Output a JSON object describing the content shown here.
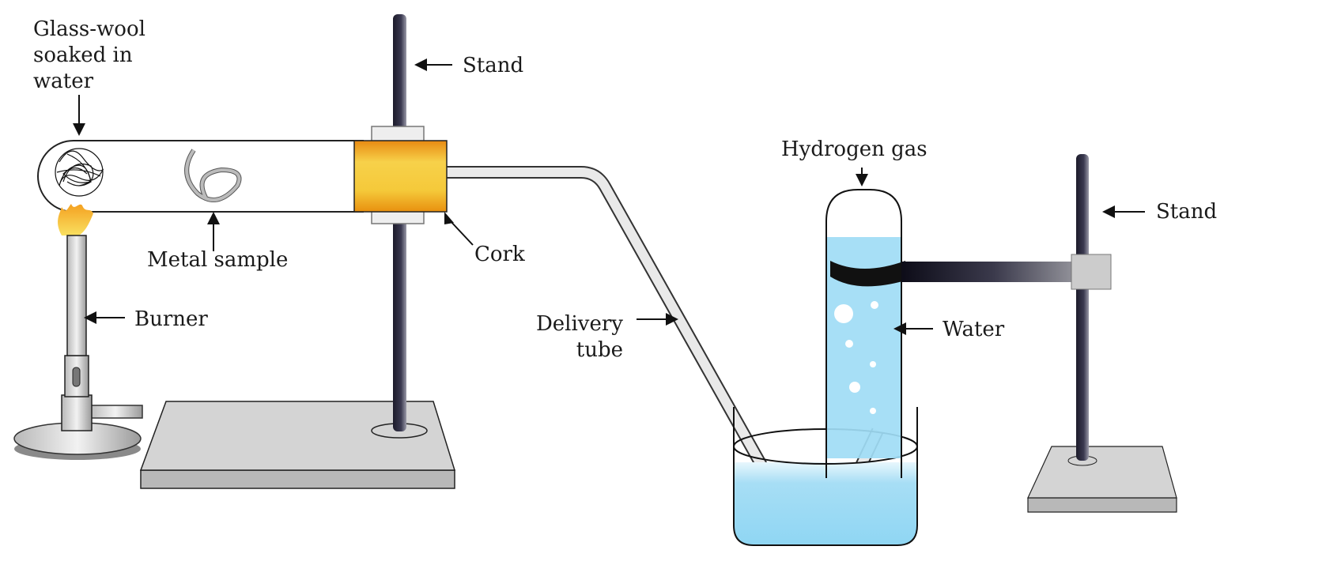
{
  "labels": {
    "glass_wool": [
      "Glass-wool",
      "soaked in",
      "water"
    ],
    "stand_left": "Stand",
    "metal_sample": "Metal sample",
    "cork": "Cork",
    "burner": "Burner",
    "delivery_tube": [
      "Delivery",
      "tube"
    ],
    "hydrogen_gas": "Hydrogen gas",
    "water": "Water",
    "stand_right": "Stand"
  },
  "colors": {
    "water": "#9fdcf5",
    "cork": "#f2b632",
    "flame": "#f7c531",
    "rod": "#2b2a3a",
    "base": "#d4d4d4"
  }
}
